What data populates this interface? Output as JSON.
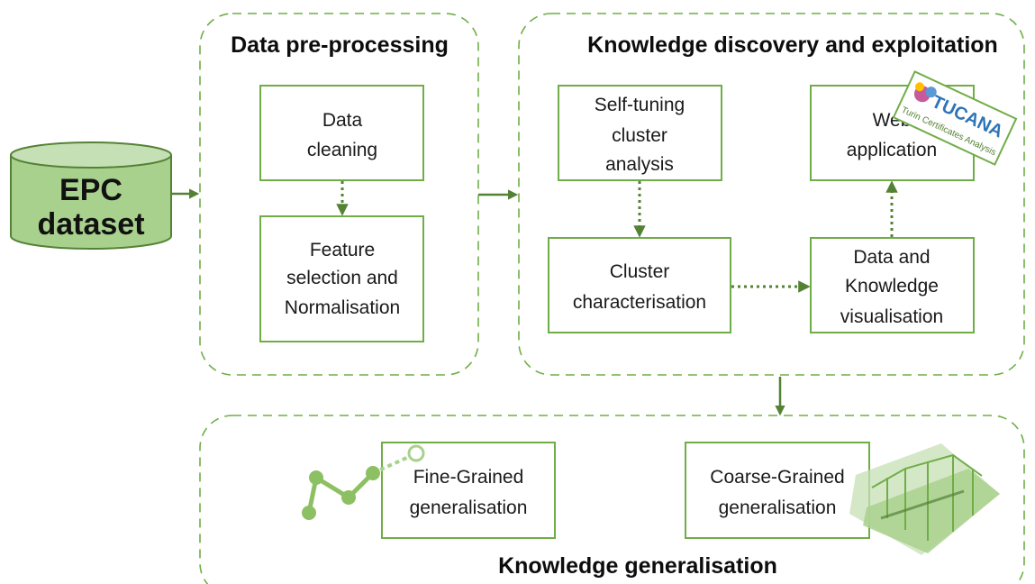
{
  "groups": {
    "preprocessing": "Data pre-processing",
    "discovery": "Knowledge discovery and exploitation",
    "generalisation": "Knowledge generalisation"
  },
  "database": {
    "lines": [
      "EPC",
      "dataset"
    ]
  },
  "nodes": {
    "data_cleaning": [
      "Data",
      "cleaning"
    ],
    "feature_selection": [
      "Feature",
      "selection and",
      "Normalisation"
    ],
    "self_tuning": [
      "Self-tuning",
      "cluster",
      "analysis"
    ],
    "cluster_char": [
      "Cluster",
      "characterisation"
    ],
    "web_app": [
      "Web",
      "application"
    ],
    "data_knowledge": [
      "Data and",
      "Knowledge",
      "visualisation"
    ],
    "fine_grained": [
      "Fine-Grained",
      "generalisation"
    ],
    "coarse_grained": [
      "Coarse-Grained",
      "generalisation"
    ]
  },
  "logo": {
    "name": "TUCANA",
    "tagline": "Turin Certificates Analysis"
  },
  "icons": {
    "trend": "line-trend-icon",
    "tree": "dendrogram-icon",
    "logo": "tucana-logo"
  },
  "colors": {
    "border": "#70ad47",
    "arrow": "#548235",
    "db_fill": "#a9d18e",
    "db_stroke": "#548235",
    "logo_text": "#2e75b6"
  }
}
